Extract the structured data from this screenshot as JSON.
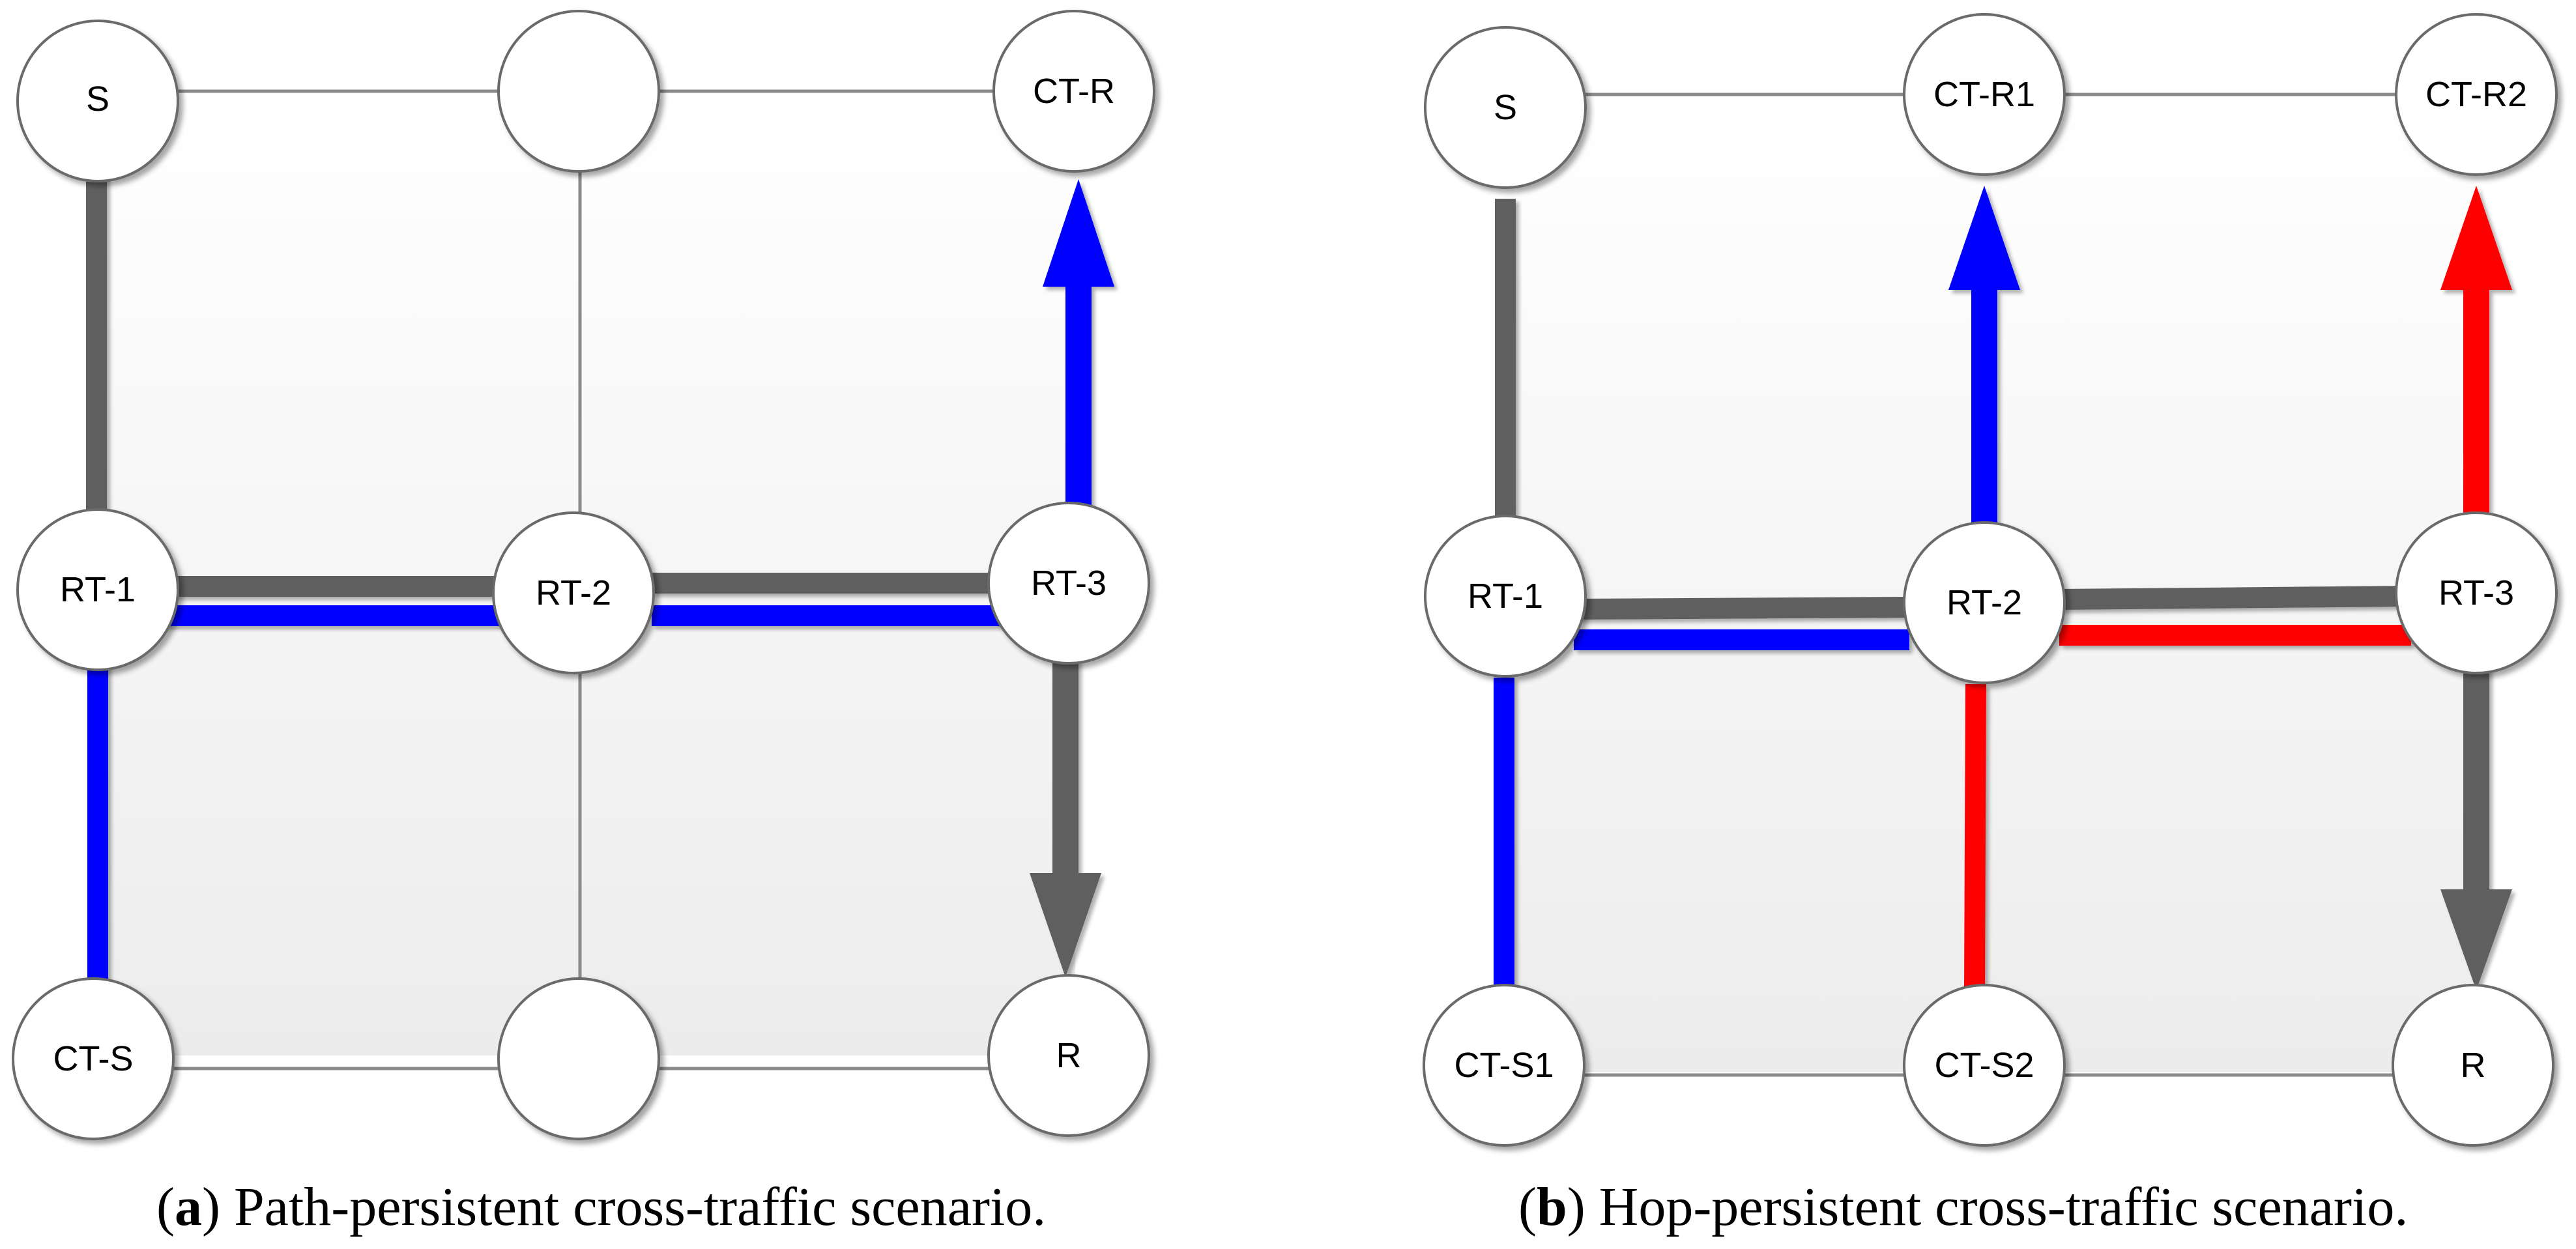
{
  "diagrams": [
    {
      "id": "a",
      "caption_letter": "a",
      "caption_text": ") Path-persistent cross-traffic scenario.",
      "nodes": [
        {
          "key": "S",
          "label": "S"
        },
        {
          "key": "TM",
          "label": ""
        },
        {
          "key": "CTR",
          "label": "CT-R"
        },
        {
          "key": "RT1",
          "label": "RT-1"
        },
        {
          "key": "RT2",
          "label": "RT-2"
        },
        {
          "key": "RT3",
          "label": "RT-3"
        },
        {
          "key": "CTS",
          "label": "CT-S"
        },
        {
          "key": "BM",
          "label": ""
        },
        {
          "key": "R",
          "label": "R"
        }
      ]
    },
    {
      "id": "b",
      "caption_letter": "b",
      "caption_text": ") Hop-persistent cross-traffic scenario.",
      "nodes": [
        {
          "key": "S",
          "label": "S"
        },
        {
          "key": "CTR1",
          "label": "CT-R1"
        },
        {
          "key": "CTR2",
          "label": "CT-R2"
        },
        {
          "key": "RT1",
          "label": "RT-1"
        },
        {
          "key": "RT2",
          "label": "RT-2"
        },
        {
          "key": "RT3",
          "label": "RT-3"
        },
        {
          "key": "CTS1",
          "label": "CT-S1"
        },
        {
          "key": "CTS2",
          "label": "CT-S2"
        },
        {
          "key": "R",
          "label": "R"
        }
      ]
    }
  ],
  "colors": {
    "main_flow": "#5f5f5f",
    "cross_traffic_1": "#0000ff",
    "cross_traffic_2": "#ff0000",
    "link": "#8a8a8a",
    "node_fill": "#ffffff",
    "node_stroke": "#6a6a6a"
  }
}
